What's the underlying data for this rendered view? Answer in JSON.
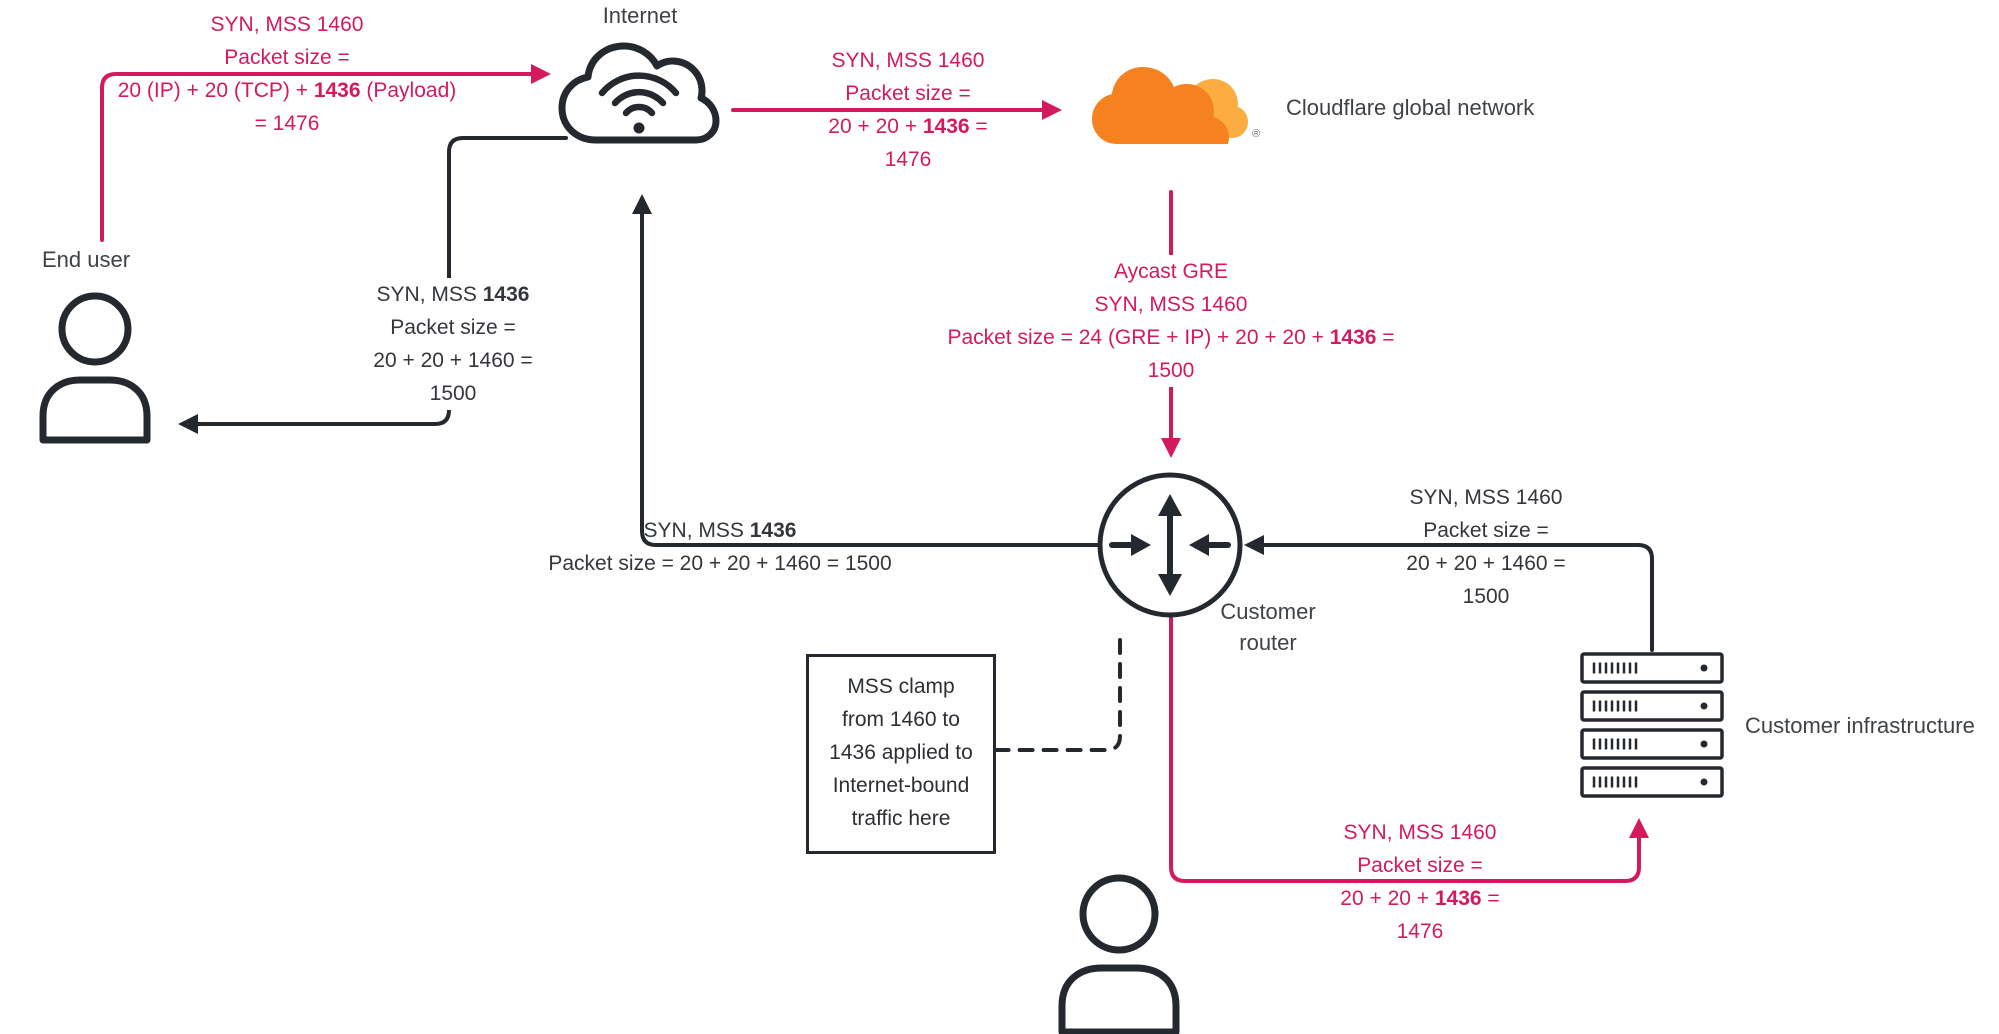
{
  "colors": {
    "accent_pink": "#d41a5f",
    "line_dark": "#24292f",
    "cloudflare_orange": "#f6821f",
    "cloudflare_orange_light": "#fbad41"
  },
  "nodes": {
    "internet": {
      "label": "Internet"
    },
    "end_user": {
      "label": "End user"
    },
    "cloudflare": {
      "label": "Cloudflare global network",
      "trademark": "®"
    },
    "router": {
      "label_line1": "Customer",
      "label_line2": "router"
    },
    "infrastructure": {
      "label": "Customer infrastructure"
    }
  },
  "packet_labels": {
    "user_to_internet": {
      "l1": "SYN, MSS 1460",
      "l2": "Packet size =",
      "l3_pre": "20 (IP) + 20 (TCP) + ",
      "l3_bold": "1436",
      "l3_post": " (Payload)",
      "l4": "= 1476"
    },
    "internet_to_cloudflare": {
      "l1": "SYN, MSS 1460",
      "l2": "Packet size =",
      "l3_pre": "20 + 20 + ",
      "l3_bold": "1436",
      "l3_post": " =",
      "l4": "1476"
    },
    "cloudflare_to_router": {
      "l1": "Aycast GRE",
      "l2": "SYN, MSS 1460",
      "l3_pre": "Packet size = 24 (GRE + IP) + 20 + 20 + ",
      "l3_bold": "1436",
      "l3_post": " =",
      "l4": "1500"
    },
    "internet_to_end_user": {
      "l1_pre": "SYN, MSS ",
      "l1_bold": "1436",
      "l2": "Packet size =",
      "l3": "20 + 20 + 1460 =",
      "l4": "1500"
    },
    "router_to_internet": {
      "l1_pre": "SYN, MSS ",
      "l1_bold": "1436",
      "l2": "Packet size = 20 + 20 + 1460 = 1500"
    },
    "infrastructure_to_router": {
      "l1": "SYN, MSS 1460",
      "l2": "Packet size =",
      "l3": "20 + 20 + 1460 =",
      "l4": "1500"
    },
    "router_to_infrastructure": {
      "l1": "SYN, MSS 1460",
      "l2": "Packet size =",
      "l3_pre": "20 + 20 + ",
      "l3_bold": "1436",
      "l3_post": " =",
      "l4": "1476"
    }
  },
  "clamp_note": {
    "l1": "MSS clamp",
    "l2": "from 1460 to",
    "l3": "1436 applied to",
    "l4": "Internet-bound",
    "l5": "traffic here"
  }
}
